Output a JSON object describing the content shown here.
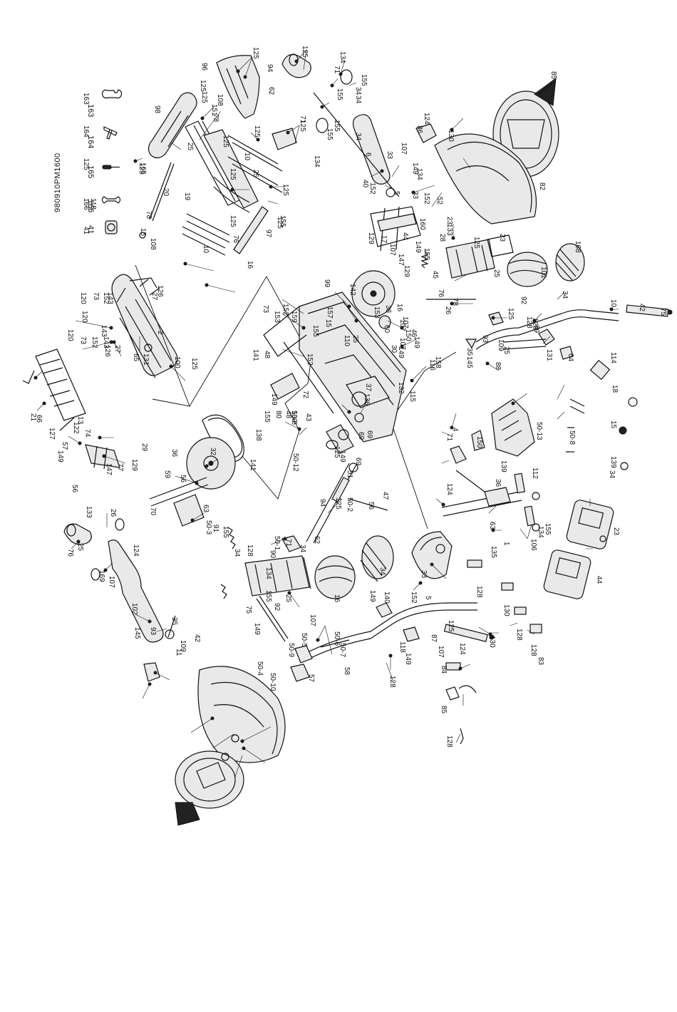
{
  "document": {
    "drawing_number": "980910PM1600",
    "orientation": "rotated 90° clockwise"
  },
  "tools": [
    {
      "id": "163",
      "icon": "wrench-icon"
    },
    {
      "id": "164",
      "icon": "allen-key-icon"
    },
    {
      "id": "165",
      "icon": "screwdriver-icon"
    },
    {
      "id": "166",
      "icon": "double-wrench-icon"
    },
    {
      "id": "41",
      "icon": "end-cap-icon"
    }
  ],
  "callouts": [
    "125",
    "96",
    "94",
    "62",
    "125",
    "134",
    "71",
    "155",
    "34",
    "155",
    "34",
    "125",
    "155",
    "163",
    "98",
    "125",
    "108",
    "151",
    "78",
    "125",
    "125",
    "71",
    "155",
    "33",
    "34",
    "86",
    "124",
    "130",
    "164",
    "125",
    "25",
    "134",
    "85",
    "10",
    "6",
    "107",
    "149",
    "134",
    "125",
    "25",
    "165",
    "125",
    "20",
    "19",
    "125",
    "40",
    "152",
    "5",
    "33",
    "118",
    "125",
    "152",
    "52",
    "82",
    "166",
    "78",
    "125",
    "76",
    "97",
    "155",
    "41",
    "15",
    "108",
    "125",
    "10",
    "16",
    "160",
    "129",
    "17",
    "23",
    "133",
    "44",
    "107",
    "149",
    "155",
    "28",
    "125",
    "23",
    "147",
    "45",
    "101",
    "168",
    "129",
    "25",
    "126",
    "27",
    "153",
    "143",
    "120",
    "73",
    "152",
    "99",
    "142",
    "38",
    "16",
    "76",
    "26",
    "78",
    "120",
    "73",
    "152",
    "153",
    "159",
    "157",
    "15",
    "110",
    "25",
    "107",
    "149",
    "92",
    "125",
    "128",
    "34",
    "10",
    "42",
    "75",
    "107",
    "128",
    "89",
    "2",
    "143",
    "120",
    "73",
    "152",
    "143",
    "126",
    "27",
    "158",
    "150",
    "46",
    "107",
    "149",
    "35",
    "145",
    "93",
    "109",
    "25",
    "88",
    "131",
    "64",
    "65",
    "131",
    "100",
    "125",
    "149",
    "72",
    "130",
    "69",
    "69",
    "149",
    "155",
    "60",
    "115",
    "30",
    "116",
    "132",
    "37",
    "136",
    "43",
    "125",
    "152",
    "141",
    "48",
    "66",
    "21",
    "127",
    "57",
    "122",
    "13",
    "149",
    "138",
    "155",
    "80",
    "48",
    "50-12",
    "50-8",
    "50-13",
    "50-8",
    "114",
    "18",
    "15",
    "139",
    "74",
    "29",
    "129",
    "147",
    "77",
    "36",
    "32",
    "141",
    "70",
    "59",
    "56",
    "63",
    "51",
    "56",
    "69",
    "47",
    "56",
    "124",
    "139",
    "112",
    "134",
    "1",
    "135",
    "106",
    "150",
    "4",
    "36",
    "71",
    "63",
    "50-3",
    "50-1",
    "50-2",
    "125",
    "94",
    "62",
    "34",
    "155",
    "34",
    "23",
    "44",
    "133",
    "76",
    "25",
    "124",
    "26",
    "107",
    "169",
    "102",
    "91",
    "155",
    "34",
    "128",
    "90",
    "134",
    "71",
    "155",
    "34",
    "16",
    "149",
    "140",
    "152",
    "5",
    "33",
    "118",
    "149",
    "107",
    "125",
    "128",
    "25",
    "92",
    "145",
    "93",
    "35",
    "109",
    "11",
    "42",
    "75",
    "149",
    "107",
    "50-5",
    "50-6",
    "50-7",
    "50-9",
    "50-4",
    "50-10",
    "57",
    "58",
    "87",
    "124",
    "130",
    "128",
    "130",
    "128",
    "128",
    "83",
    "84",
    "85",
    "128"
  ]
}
